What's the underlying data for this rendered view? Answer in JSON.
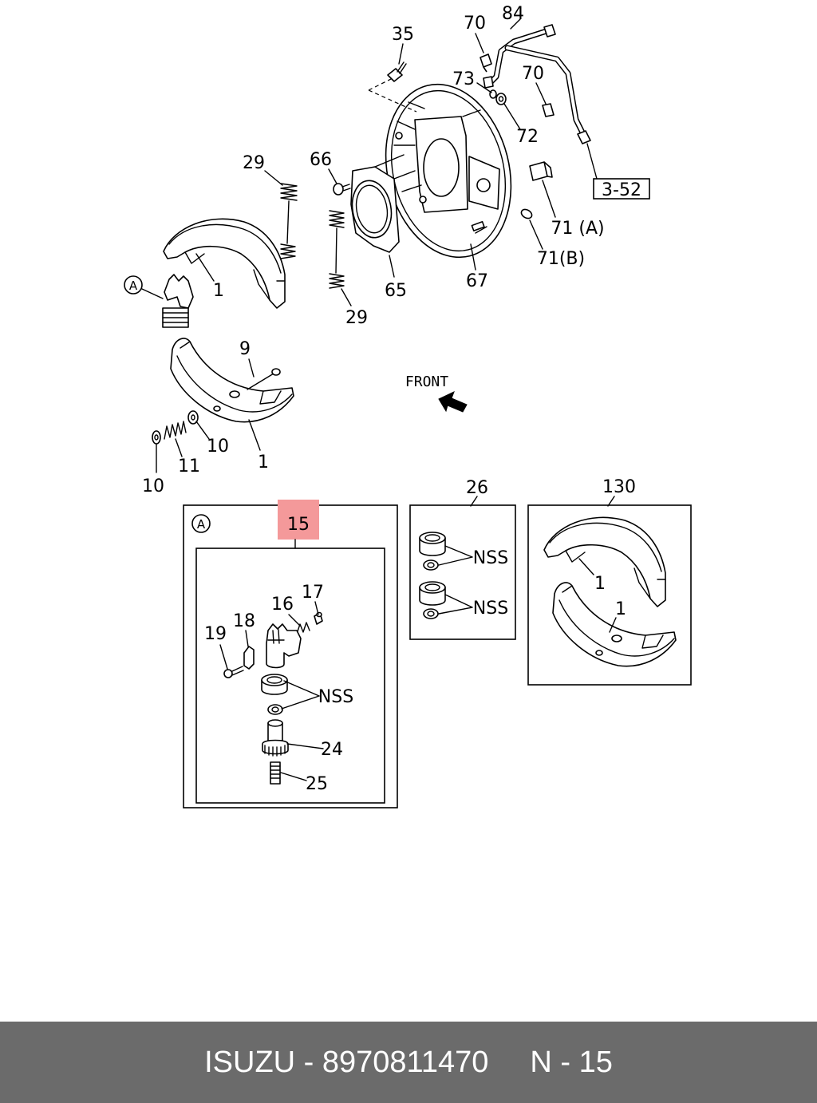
{
  "diagram": {
    "top_callouts": {
      "part_35": "35",
      "part_70_upper": "70",
      "part_84": "84",
      "part_73": "73",
      "part_70_lower": "70",
      "part_72": "72",
      "ref_3_52": "3-52",
      "part_71a": "71 (A)",
      "part_71b": "71(B)",
      "part_67": "67",
      "part_65": "65",
      "part_29_upper": "29",
      "part_66": "66",
      "part_29_lower": "29",
      "part_1_upper": "1",
      "detail_marker": "A",
      "part_9": "9",
      "front": "FRONT",
      "part_10_right": "10",
      "part_11": "11",
      "part_10_left": "10",
      "part_1_lower": "1"
    },
    "detail_a_box": {
      "marker": "A",
      "assembly": "15",
      "part_17": "17",
      "part_16": "16",
      "part_18": "18",
      "part_19": "19",
      "nss": "NSS",
      "part_24": "24",
      "part_25": "25"
    },
    "kit_26_box": {
      "number": "26",
      "nss_upper": "NSS",
      "nss_lower": "NSS"
    },
    "kit_130_box": {
      "number": "130",
      "part_1_upper": "1",
      "part_1_lower": "1"
    }
  },
  "colors": {
    "highlight": "#f4999a",
    "line": "#000000",
    "footer_bg": "#6b6b6b",
    "footer_text": "#ffffff"
  },
  "footer": {
    "brand_part_number": "ISUZU - 8970811470",
    "page_ref": "N - 15"
  }
}
